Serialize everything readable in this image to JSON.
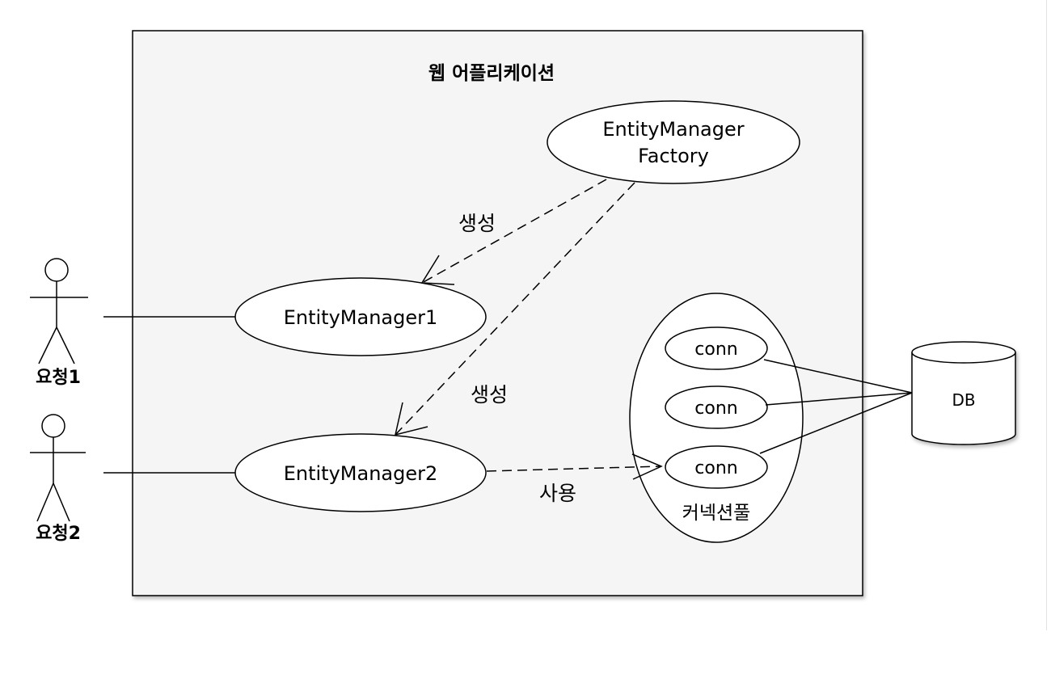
{
  "app": {
    "title": "웹 어플리케이션"
  },
  "actors": [
    {
      "label": "요청1"
    },
    {
      "label": "요청2"
    }
  ],
  "nodes": {
    "factory": {
      "line1": "EntityManager",
      "line2": "Factory"
    },
    "em1": {
      "label": "EntityManager1"
    },
    "em2": {
      "label": "EntityManager2"
    }
  },
  "pool": {
    "label": "커넥션풀",
    "connections": [
      "conn",
      "conn",
      "conn"
    ]
  },
  "database": {
    "label": "DB"
  },
  "edges": {
    "create1": "생성",
    "create2": "생성",
    "use": "사용"
  },
  "colors": {
    "stroke": "#000000",
    "app_bg": "#f5f5f5",
    "node_fill": "#ffffff"
  }
}
